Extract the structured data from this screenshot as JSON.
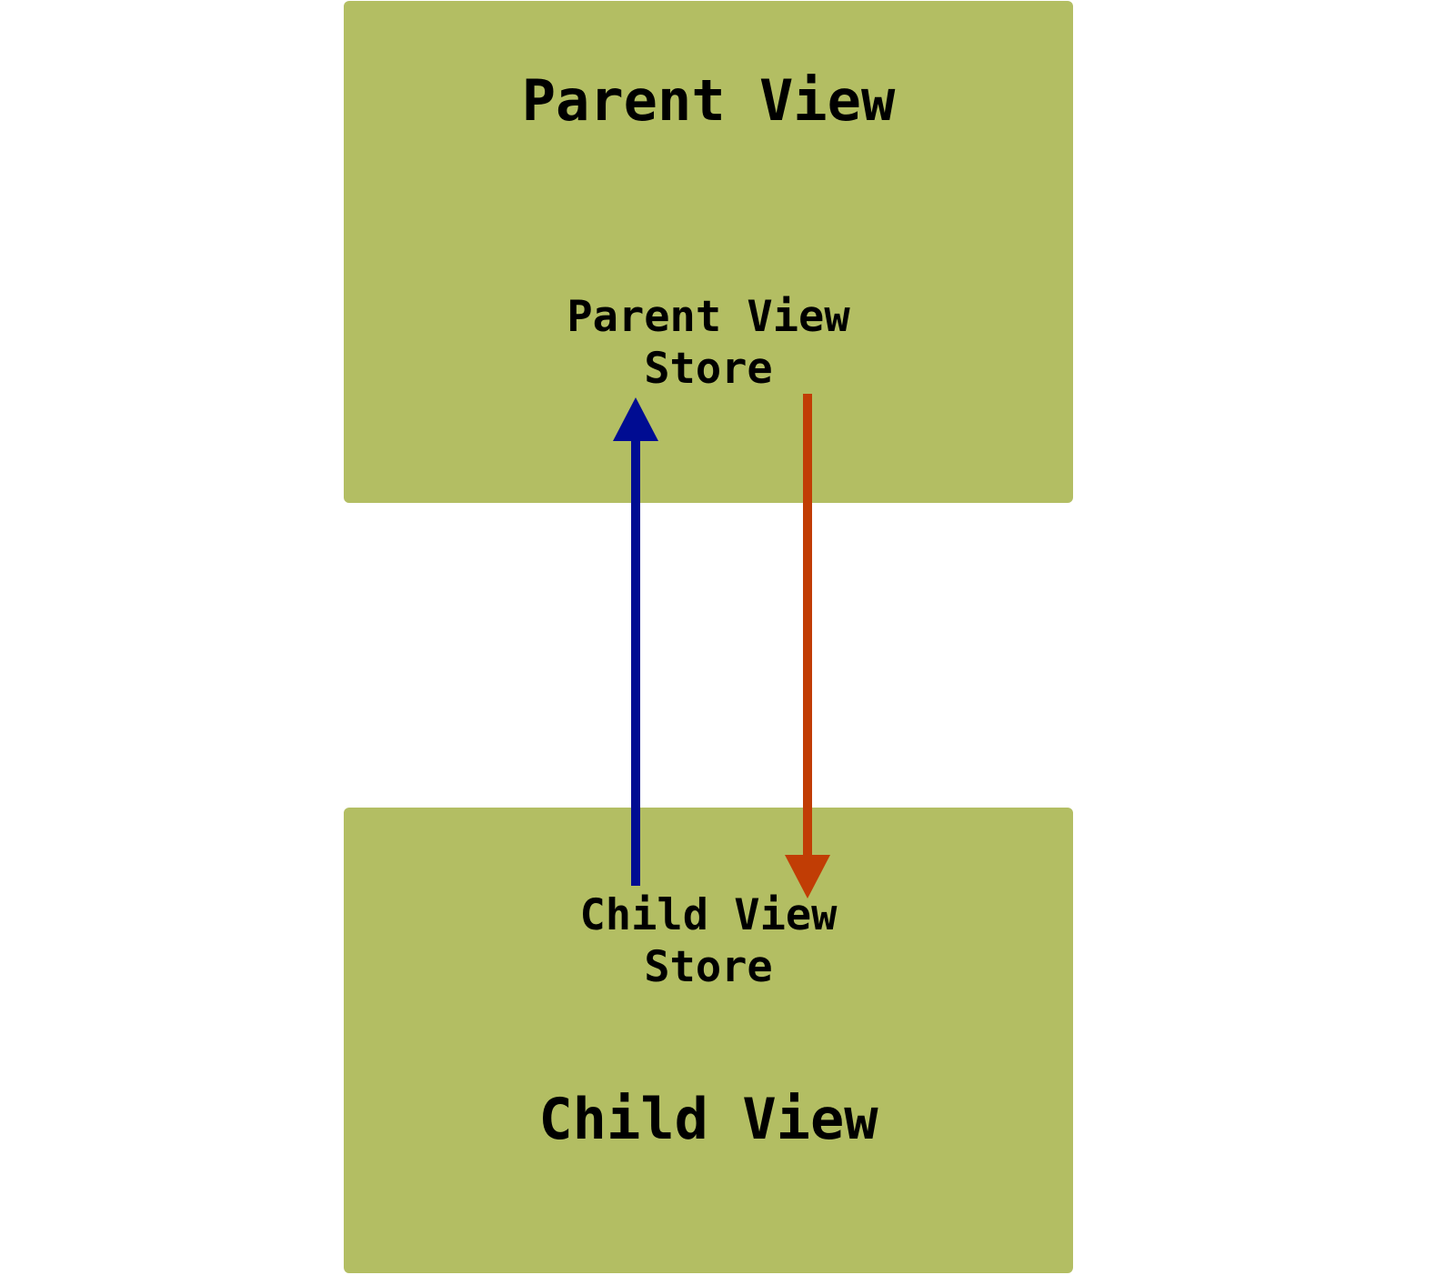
{
  "diagram": {
    "parent": {
      "title": "Parent View",
      "store_line1": "Parent View",
      "store_line2": "Store"
    },
    "child": {
      "title": "Child View",
      "store_line1": "Child View",
      "store_line2": "Store"
    },
    "colors": {
      "box_fill": "#b3be63",
      "arrow_up": "#000c92",
      "arrow_down": "#c13d05",
      "text": "#000000"
    }
  }
}
